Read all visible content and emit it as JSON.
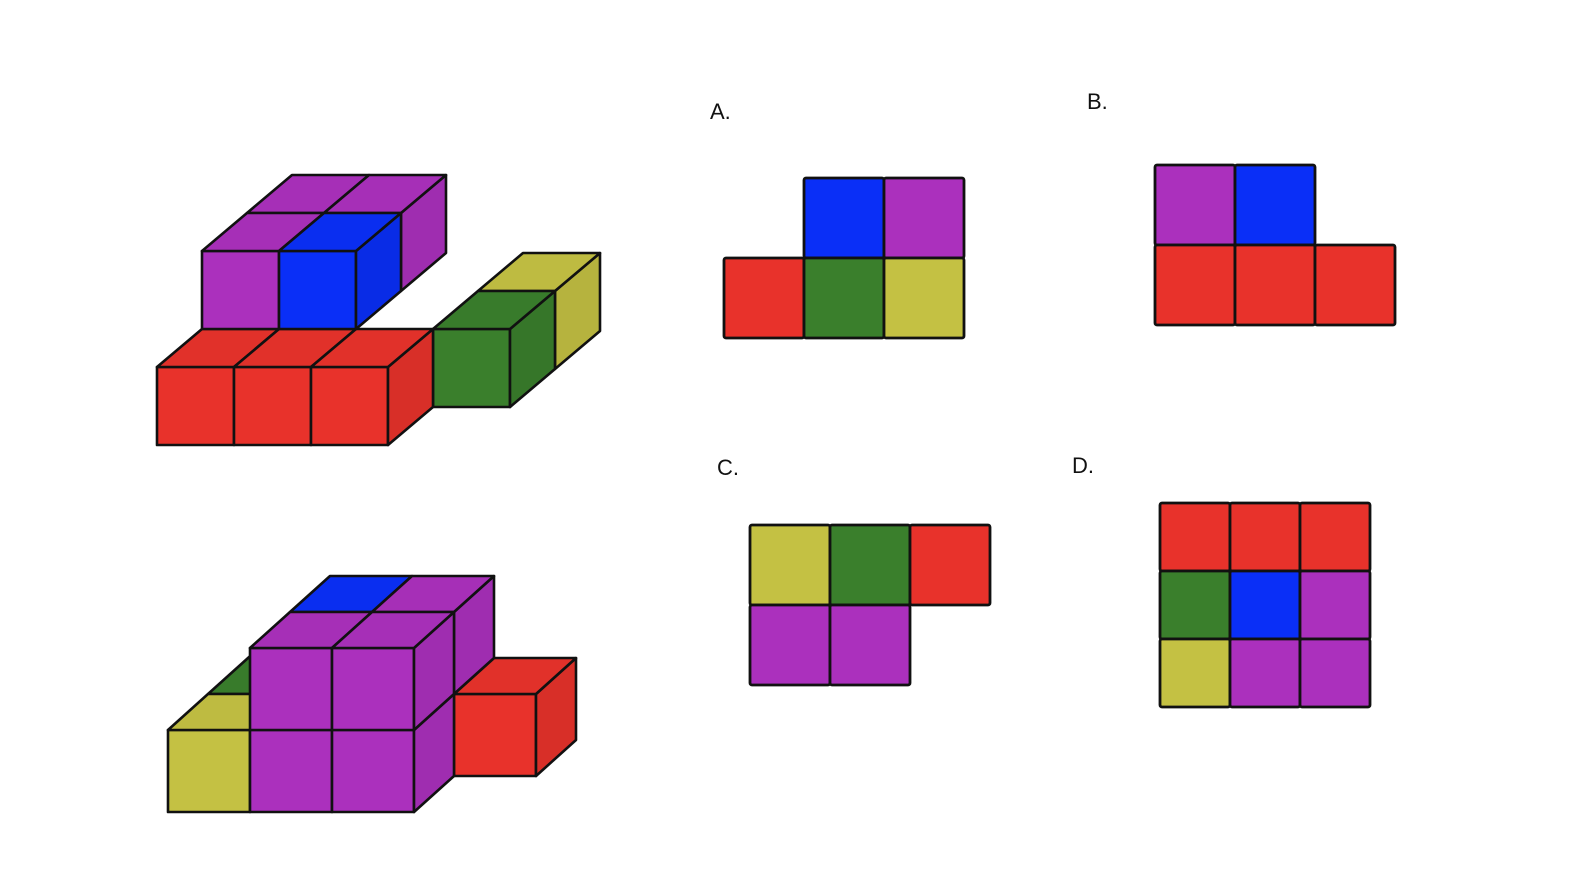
{
  "colors": {
    "red": "#e8322b",
    "green": "#3a7f2c",
    "yellow": "#c4c143",
    "blue": "#0a2ff7",
    "purple": "#ab30bd",
    "outline": "#111111"
  },
  "solids": [
    {
      "view": "view-1",
      "cubes": [
        {
          "x": 0,
          "y": 0,
          "z": 0,
          "color": "red"
        },
        {
          "x": 1,
          "y": 0,
          "z": 0,
          "color": "red"
        },
        {
          "x": 2,
          "y": 0,
          "z": 0,
          "color": "red"
        },
        {
          "x": 3,
          "y": 1,
          "z": 0,
          "color": "green"
        },
        {
          "x": 3,
          "y": 2,
          "z": 0,
          "color": "yellow"
        },
        {
          "x": 0,
          "y": 1,
          "z": 1,
          "color": "purple"
        },
        {
          "x": 1,
          "y": 1,
          "z": 1,
          "color": "blue"
        },
        {
          "x": 0,
          "y": 2,
          "z": 1,
          "color": "purple"
        },
        {
          "x": 1,
          "y": 2,
          "z": 1,
          "color": "purple"
        }
      ]
    },
    {
      "view": "view-2",
      "cubes": [
        {
          "x": 0,
          "y": 0,
          "z": 0,
          "color": "yellow"
        },
        {
          "x": 0,
          "y": 1,
          "z": 0,
          "color": "green"
        },
        {
          "x": 0,
          "y": 2,
          "z": 0,
          "color": "red"
        },
        {
          "x": 1,
          "y": 0,
          "z": 0,
          "color": "purple"
        },
        {
          "x": 2,
          "y": 0,
          "z": 0,
          "color": "purple"
        },
        {
          "x": 1,
          "y": 1,
          "z": 0,
          "color": "purple"
        },
        {
          "x": 2,
          "y": 1,
          "z": 0,
          "color": "purple"
        },
        {
          "x": 3,
          "y": 1,
          "z": 0,
          "color": "red"
        },
        {
          "x": 1,
          "y": 0,
          "z": 1,
          "color": "purple"
        },
        {
          "x": 2,
          "y": 0,
          "z": 1,
          "color": "purple"
        },
        {
          "x": 2,
          "y": 1,
          "z": 1,
          "color": "purple"
        },
        {
          "x": 1,
          "y": 1,
          "z": 1,
          "color": "blue"
        }
      ]
    }
  ],
  "options": [
    {
      "label": "A.",
      "rows": [
        [
          null,
          "blue",
          "purple"
        ],
        [
          "red",
          "green",
          "yellow"
        ]
      ]
    },
    {
      "label": "B.",
      "rows": [
        [
          "purple",
          "blue",
          null
        ],
        [
          "red",
          "red",
          "red"
        ]
      ]
    },
    {
      "label": "C.",
      "rows": [
        [
          "yellow",
          "green",
          "red"
        ],
        [
          "purple",
          "purple",
          null
        ]
      ]
    },
    {
      "label": "D.",
      "rows": [
        [
          "red",
          "red",
          "red"
        ],
        [
          "green",
          "blue",
          "purple"
        ],
        [
          "yellow",
          "purple",
          "purple"
        ]
      ]
    }
  ]
}
